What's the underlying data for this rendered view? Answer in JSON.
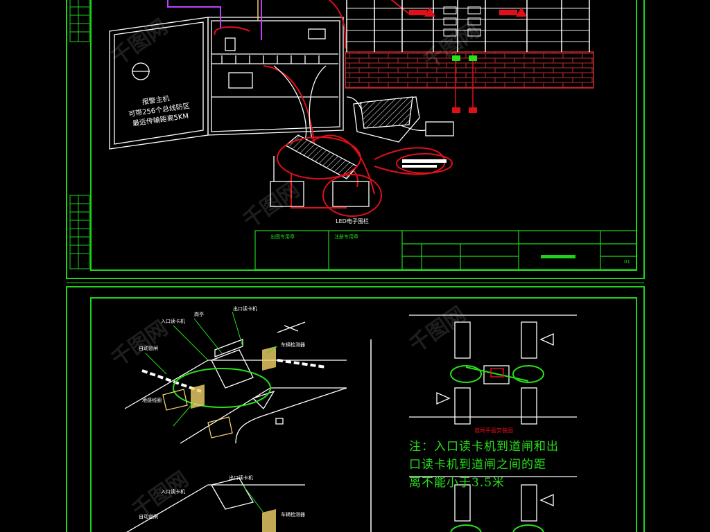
{
  "drawing_sheet_top": {
    "alarm_host_text": [
      "报警主机",
      "可带256个总线防区",
      "最远传输距离5KM"
    ],
    "label_led": "LED电子围栏",
    "title_block": {
      "left_cell": "出图专用章",
      "mid_cell": "注册专用章",
      "sheet_no": "01"
    }
  },
  "drawing_sheet_bottom": {
    "iso_labels_upper": [
      "入口读卡机",
      "自动道闸",
      "出口读卡机",
      "车辆检测器",
      "地感线圈",
      "岗亭"
    ],
    "iso_labels_lower": [
      "入口读卡机",
      "自动道闸",
      "出口读卡机",
      "车辆检测器"
    ],
    "note_lines": [
      "注：入口读卡机到道闸和出",
      "口读卡机到道闸之间的距",
      "离不能小于3.5米"
    ],
    "plan_caption": "道闸平面安装图"
  },
  "watermark": "千图网",
  "colors": {
    "frame": "#1dd41a",
    "line": "#ffffff",
    "alarm": "#e0101a",
    "bus": "#c040ff",
    "device": "#f2d36b",
    "note_text": "#27e11a"
  }
}
